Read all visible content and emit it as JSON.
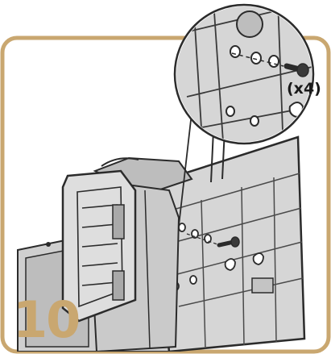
{
  "step": {
    "number": "10",
    "number_color": "#c9a770",
    "frame_color": "#c9a770"
  },
  "callout": {
    "quantity_label": "(x4)"
  },
  "colors": {
    "device": "#d4d4d4",
    "device_dark": "#9a9a9a",
    "outline": "#2b2b2b",
    "background": "#ffffff"
  },
  "icons": {
    "screw": "screw-icon",
    "magnifier": "zoom-callout-circle"
  }
}
